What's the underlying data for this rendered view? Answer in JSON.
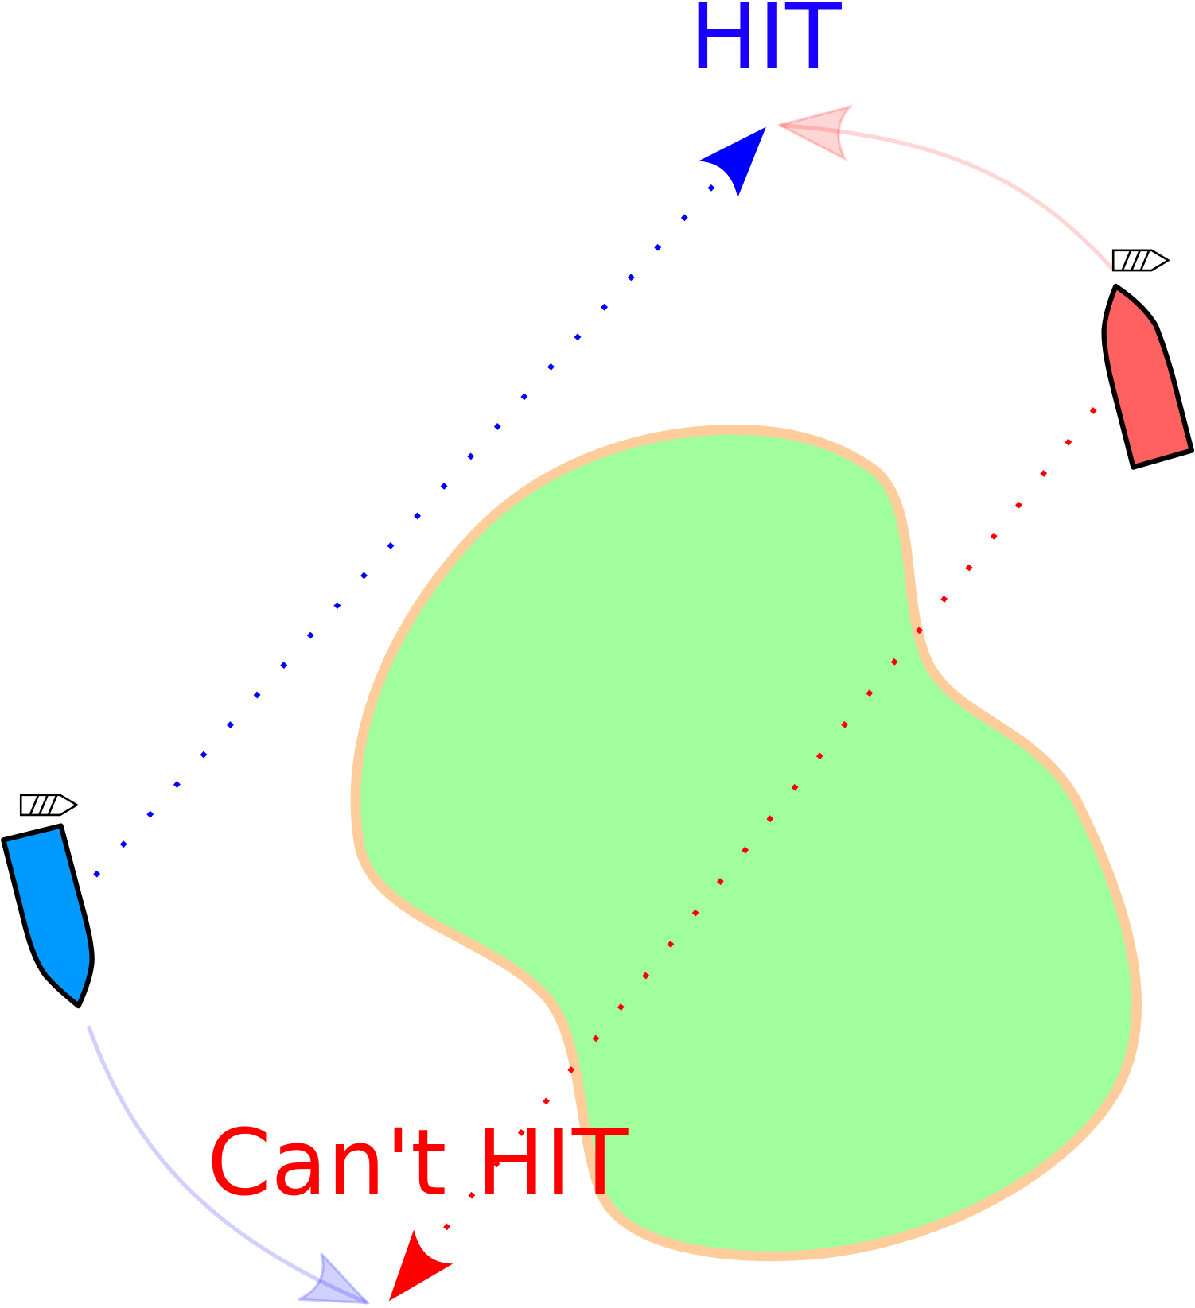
{
  "labels": {
    "hit": "HIT",
    "cant_hit": "Can't HIT"
  },
  "colors": {
    "blue_unit": "#0099ff",
    "red_unit": "#ff6060",
    "island_fill": "#a0ff9c",
    "island_border": "#ffcc9c",
    "blue_path": "#0000ff",
    "red_path": "#ff0000",
    "hit_text": "#1a00ff",
    "cant_hit_text": "#ff0000"
  },
  "icons": [
    "blue-ship-icon",
    "red-ship-icon",
    "speed-flag-icon",
    "blue-target-arrow-icon",
    "red-target-arrow-icon",
    "island-obstacle"
  ]
}
